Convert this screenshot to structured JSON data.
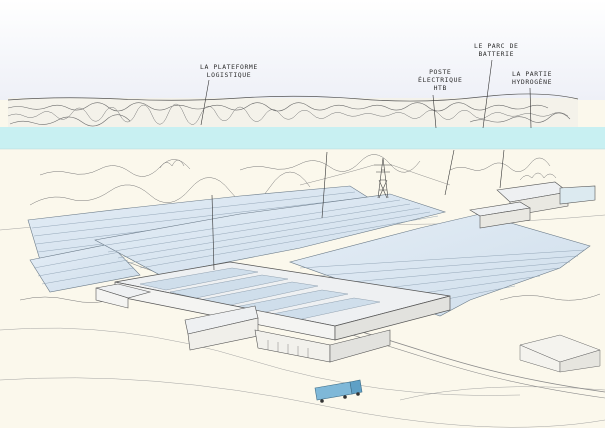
{
  "labels": {
    "plateforme": {
      "line1": "La plateforme",
      "line2": "logistique"
    },
    "poste": {
      "line1": "Poste",
      "line2": "électrique",
      "line3": "HTB"
    },
    "batterie": {
      "line1": "Le parc de",
      "line2": "batterie"
    },
    "hydrogene": {
      "line1": "La partie",
      "line2": "hydrogène"
    }
  },
  "colors": {
    "sky": "#f3f3f8",
    "ground": "#fbf8ec",
    "water": "#c8f0f2",
    "panel": "#d9e6f1",
    "roof": "#eef0f2",
    "truck": "#7fb8d8",
    "ink": "#4a4a4a"
  }
}
